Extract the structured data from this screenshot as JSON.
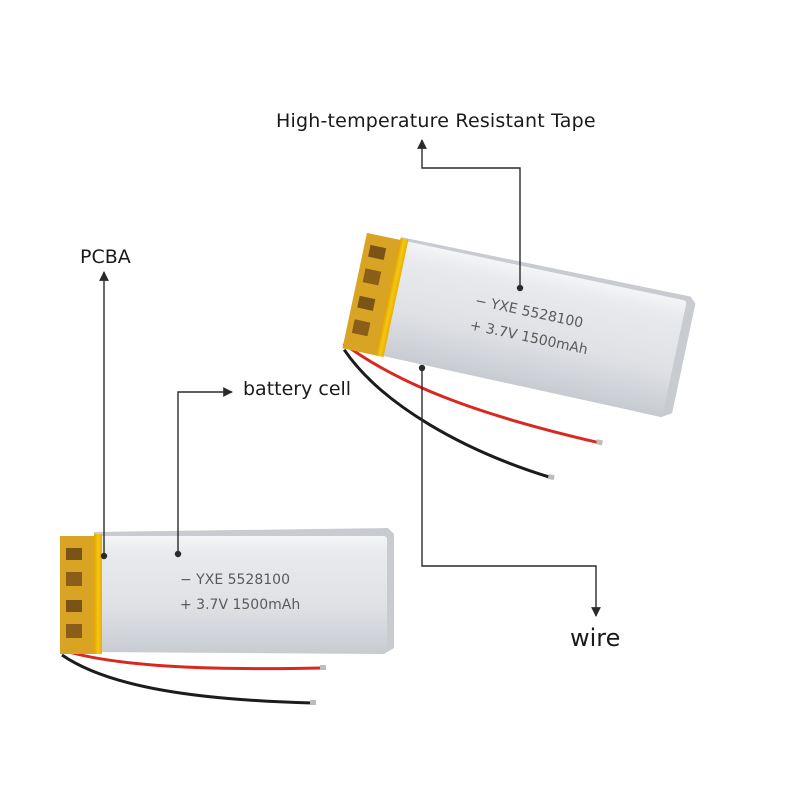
{
  "labels": {
    "tape": "High-temperature Resistant Tape",
    "pcba": "PCBA",
    "battery_cell": "battery cell",
    "wire": "wire"
  },
  "battery": {
    "model_line": "− YXE 5528100",
    "spec_line": "+ 3.7V 1500mAh"
  },
  "colors": {
    "tape": "#f2b705",
    "pcb": "#d9a324",
    "cell_body": "#e4e6ea",
    "wire_red": "#d8281f",
    "wire_black": "#1c1c1c",
    "leader_line": "#2a2a2a"
  }
}
